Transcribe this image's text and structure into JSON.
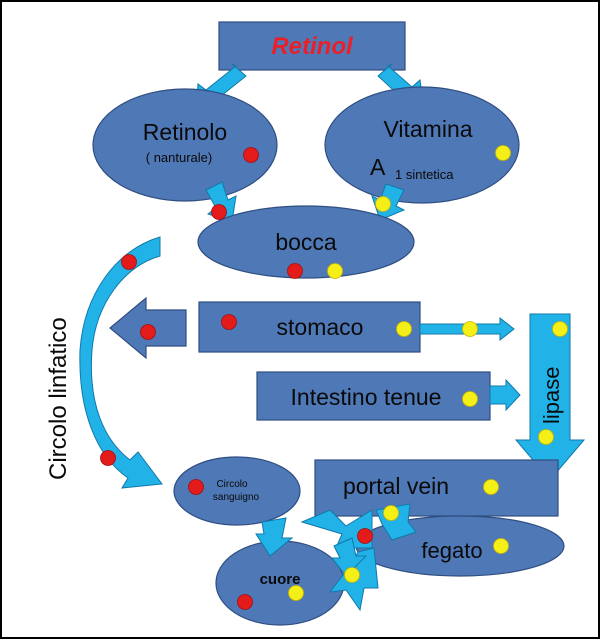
{
  "colors": {
    "shape_fill": "#4f78b6",
    "shape_stroke": "#2f4e82",
    "arrow_fill": "#21b3e8",
    "arrow_stroke": "#1278a8",
    "title_red": "#e8202a",
    "dot_red": "#e41b1b",
    "dot_yellow": "#f5ef18",
    "text": "#0a0a0a"
  },
  "title": "Retinol",
  "nodes": {
    "retinolo": {
      "label": "Retinolo",
      "sub": "( nanturale)"
    },
    "vitamina": {
      "label_line1": "Vitamina",
      "label_line2": "A",
      "sub": "1 sintetica"
    },
    "bocca": {
      "label": "bocca"
    },
    "stomaco": {
      "label": "stomaco"
    },
    "intestino": {
      "label": "Intestino tenue"
    },
    "lipase": {
      "label": "lipase"
    },
    "circolo_linfatico": {
      "label": "Circolo linfatico"
    },
    "circolo_sanguigno": {
      "line1": "Circolo",
      "line2": "sanguigno"
    },
    "portal_vein": {
      "label": "portal vein"
    },
    "fegato": {
      "label": "fegato"
    },
    "cuore": {
      "label": "cuore"
    }
  }
}
